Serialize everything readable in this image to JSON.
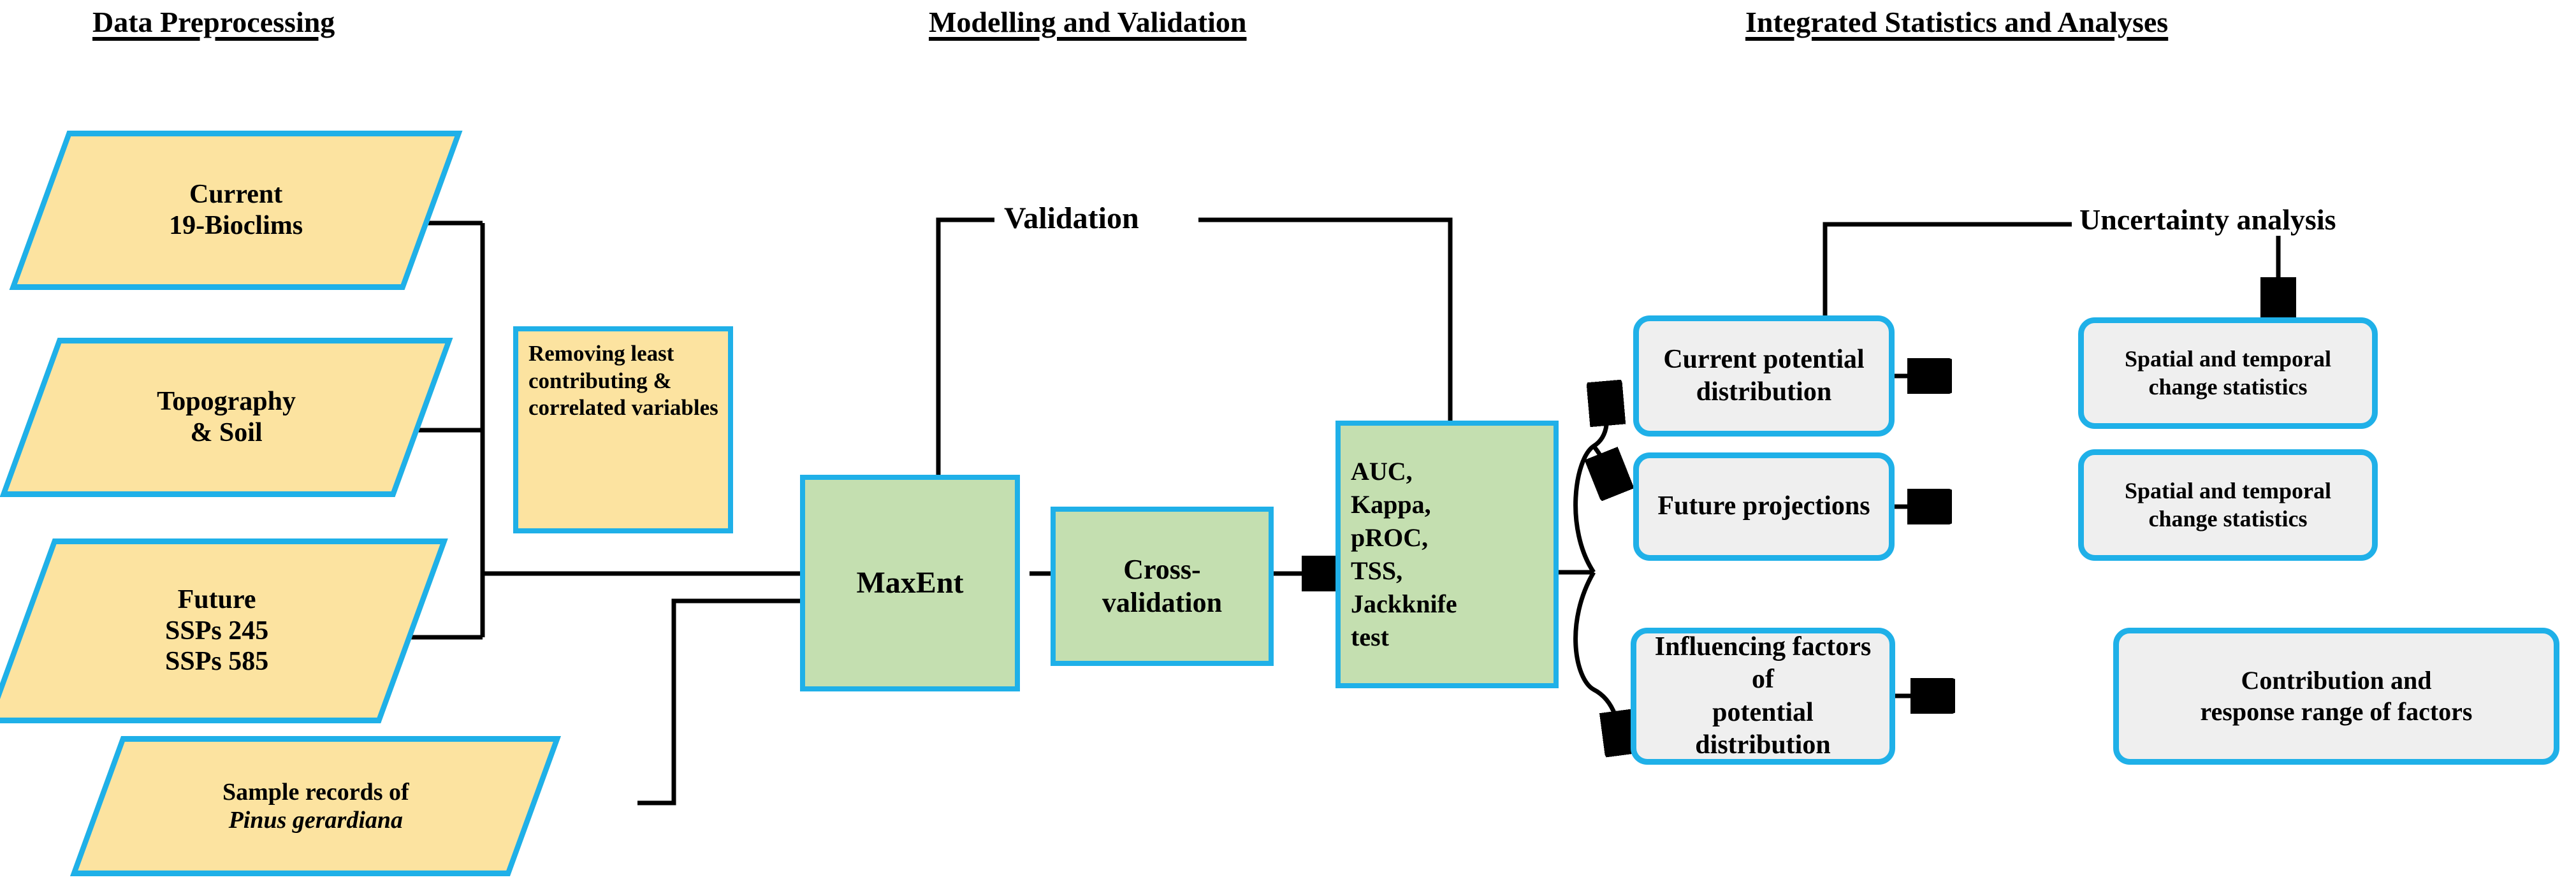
{
  "sections": [
    {
      "title": "Data Preprocessing"
    },
    {
      "title": "Modelling and Validation"
    },
    {
      "title": "Integrated Statistics and Analyses"
    }
  ],
  "preprocessing": {
    "inputs": [
      {
        "line1": "Current",
        "line2": "19-Bioclims"
      },
      {
        "line1": "Topography",
        "line2": "& Soil"
      },
      {
        "line1": "Future",
        "line2": "SSPs 245",
        "line3": "SSPs 585"
      }
    ],
    "occurrence": {
      "line1": "Sample records of",
      "line2": "Pinus gerardiana"
    },
    "filter": {
      "text": "Removing least contributing & correlated variables"
    }
  },
  "modelling": {
    "model_label": "MaxEnt",
    "cross_validation_line1": "Cross-",
    "cross_validation_line2": "validation",
    "metrics_line1": "AUC,",
    "metrics_line2": "Kappa,",
    "metrics_line3": "pROC,",
    "metrics_line4": "TSS,",
    "metrics_line5": "Jackknife",
    "metrics_line6": "test",
    "validation_label": "Validation"
  },
  "analyses": {
    "uncertainty_label": "Uncertainty analysis",
    "outcomes": [
      {
        "line1": "Current potential",
        "line2": "distribution"
      },
      {
        "line1": "Future projections",
        "line2": ""
      },
      {
        "line1": "Influencing factors of",
        "line2": "potential distribution"
      }
    ],
    "results": [
      {
        "line1": "Spatial and temporal",
        "line2": "change statistics"
      },
      {
        "line1": "Spatial and temporal",
        "line2": "change statistics"
      },
      {
        "line1": "Contribution and",
        "line2": "response range of factors"
      }
    ]
  },
  "colors": {
    "accent_blue": "#1FB0E8",
    "data_fill": "#FCE3A0",
    "process_fill": "#C4DFB0",
    "outcome_fill": "#EFEFEF",
    "wire": "#000000"
  }
}
